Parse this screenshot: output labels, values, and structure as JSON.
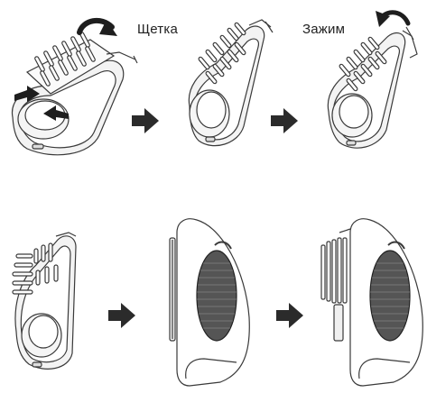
{
  "labels": {
    "brush": "Щетка",
    "clamp": "Зажим"
  },
  "colors": {
    "stroke": "#3a3a3a",
    "fill_light": "#ffffff",
    "fill_shade": "#ececec",
    "arrow": "#2b2b2b",
    "grille": "#444444"
  },
  "steps": [
    {
      "row": 1,
      "items": [
        "attachment-with-brush",
        "arrow",
        "brush-closed",
        "arrow",
        "clamp-open"
      ]
    },
    {
      "row": 2,
      "items": [
        "attachment-side",
        "arrow",
        "device-slot",
        "arrow",
        "device-with-brush"
      ]
    }
  ]
}
